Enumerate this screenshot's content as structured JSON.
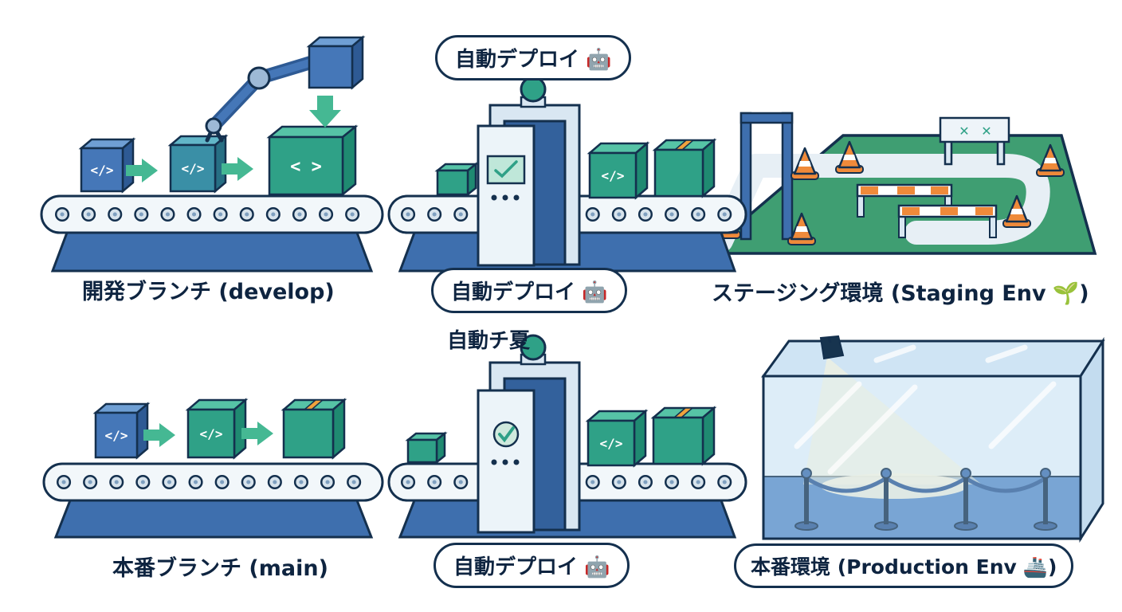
{
  "labels": {
    "develop_branch": "開発ブランチ (develop)",
    "main_branch": "本番ブランチ (main)",
    "auto_deploy": {
      "text": "自動デプロイ",
      "icon": "🤖"
    },
    "auto_deploy_garbled": "自動チ夏",
    "staging_env": {
      "text": "ステージング環境 (Staging Env",
      "icon": "🌱",
      "close": ")"
    },
    "production_env": {
      "text": "本番環境 (Production Env",
      "icon": "🚢",
      "close": ")"
    }
  },
  "glyphs": {
    "code": "</>",
    "code_wide": "< >",
    "finish_x": "✕"
  },
  "colors": {
    "outline": "#14304e",
    "belt_base": "#3e6fae",
    "box_blue": "#4577b8",
    "box_teal": "#2fa187",
    "arrow_green": "#45b893",
    "cone_orange": "#ef8a3a",
    "staging_green": "#3f9e72",
    "glass_blue": "#bcd9ee"
  }
}
